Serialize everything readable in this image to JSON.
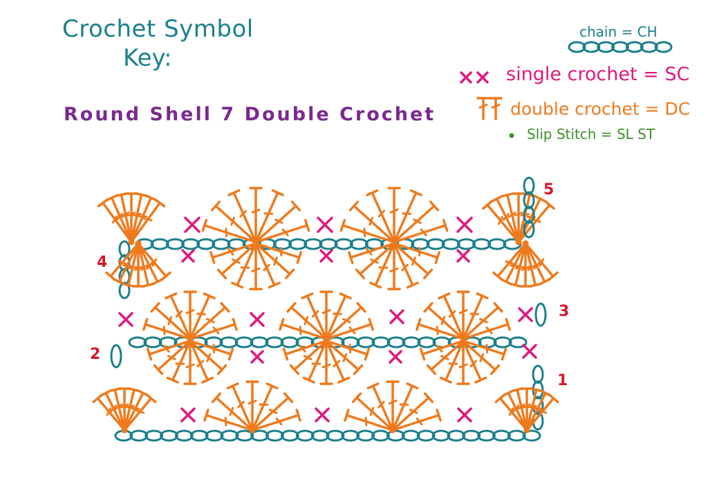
{
  "title_line1": "Crochet Symbol",
  "title_line2": "Key:",
  "subtitle": "Round Shell 7 Double Crochet",
  "key": {
    "chain": "chain = CH",
    "single_crochet": "single crochet = SC",
    "double_crochet": "double crochet = DC",
    "slip_stitch": "Slip Stitch = SL ST"
  },
  "row_labels": [
    "1",
    "2",
    "3",
    "4",
    "5"
  ],
  "colors": {
    "chain": "#1b7f8c",
    "single_crochet": "#e0197d",
    "double_crochet": "#ee7a1d",
    "slip_stitch": "#3d8f2e",
    "row_number": "#d6182b",
    "title": "#1b7f8c",
    "subtitle": "#7a2a8f"
  }
}
